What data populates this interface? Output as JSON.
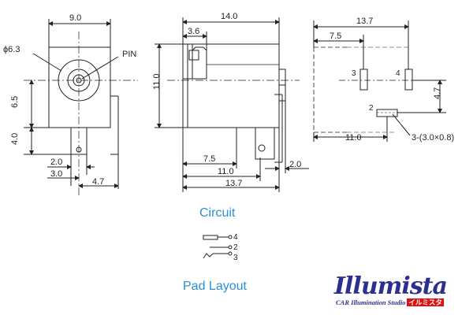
{
  "dimensions": {
    "front_width": "9.0",
    "hole_dia": "ϕ6.3",
    "pin": "PIN",
    "dim_6_5": "6.5",
    "dim_4_0": "4.0",
    "dim_2_0_front": "2.0",
    "dim_3_0": "3.0",
    "dim_4_7_front": "4.7",
    "side_length": "14.0",
    "dim_3_6": "3.6",
    "height": "11.0",
    "dim_7_5_side": "7.5",
    "dim_11_0_side": "11.0",
    "dim_13_7_side": "13.7",
    "dim_2_0_side": "2.0",
    "pad_13_7": "13.7",
    "pad_7_5": "7.5",
    "pad_4_7": "4.7",
    "pad_11_0": "11.0",
    "pad_note": "3-(3.0×0.8)"
  },
  "pad_labels": {
    "p2": "2",
    "p3": "3",
    "p4": "4"
  },
  "circuit_labels": {
    "c4": "4",
    "c2": "2",
    "c3": "3"
  },
  "headings": {
    "circuit": "Circuit",
    "pad_layout": "Pad Layout"
  },
  "logo": {
    "wordmark": "Illumista",
    "tagline": "CAR Illumination Studio",
    "tagline_jp": "イルミスタ"
  },
  "colors": {
    "heading": "#2a8fd6",
    "logo_blue": "#2b2f8f",
    "logo_red": "#e01010",
    "line": "#222222"
  }
}
